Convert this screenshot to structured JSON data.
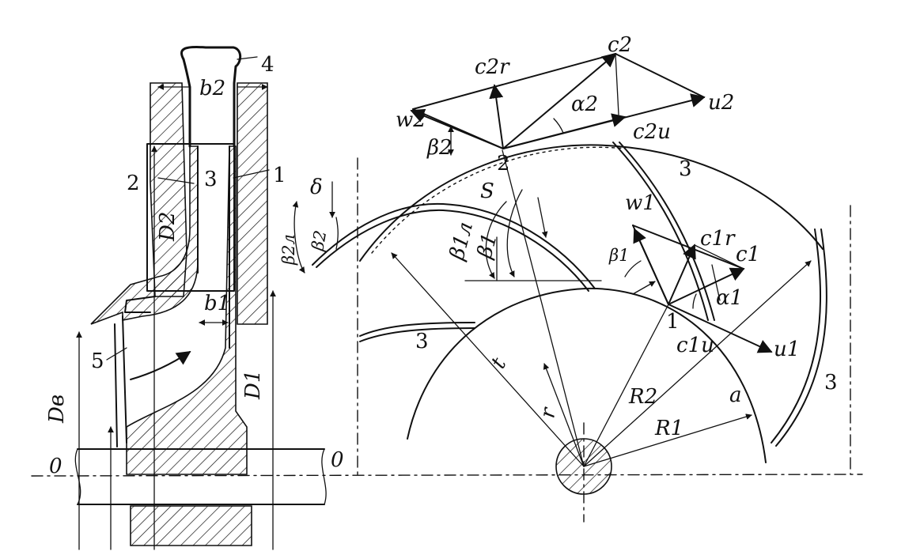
{
  "labels": {
    "b2": "b2",
    "n4": "4",
    "n2_left": "2",
    "n3_left": "3",
    "n1_left": "1",
    "D2": "D2",
    "b1": "b1",
    "n5": "5",
    "D1": "D1",
    "Dv": "Dв",
    "O_left": "0",
    "O_right": "0",
    "c2": "c2",
    "c2r": "c2r",
    "w2": "w2",
    "alpha2": "α2",
    "u2": "u2",
    "beta2": "β2",
    "c2u": "c2u",
    "point2": "2",
    "n3_top": "3",
    "S": "S",
    "delta": "δ",
    "beta2l": "β2л",
    "beta2_small": "β2",
    "beta1l": "β1л",
    "beta1": "β1",
    "w1": "w1",
    "beta1_small": "β1",
    "c1r": "c1r",
    "c1": "c1",
    "alpha1": "α1",
    "point1": "1",
    "n3_bottom": "3",
    "c1u": "c1u",
    "u1": "u1",
    "r": "r",
    "R2": "R2",
    "R1": "R1",
    "a": "a",
    "n3_right": "3",
    "t": "t"
  }
}
